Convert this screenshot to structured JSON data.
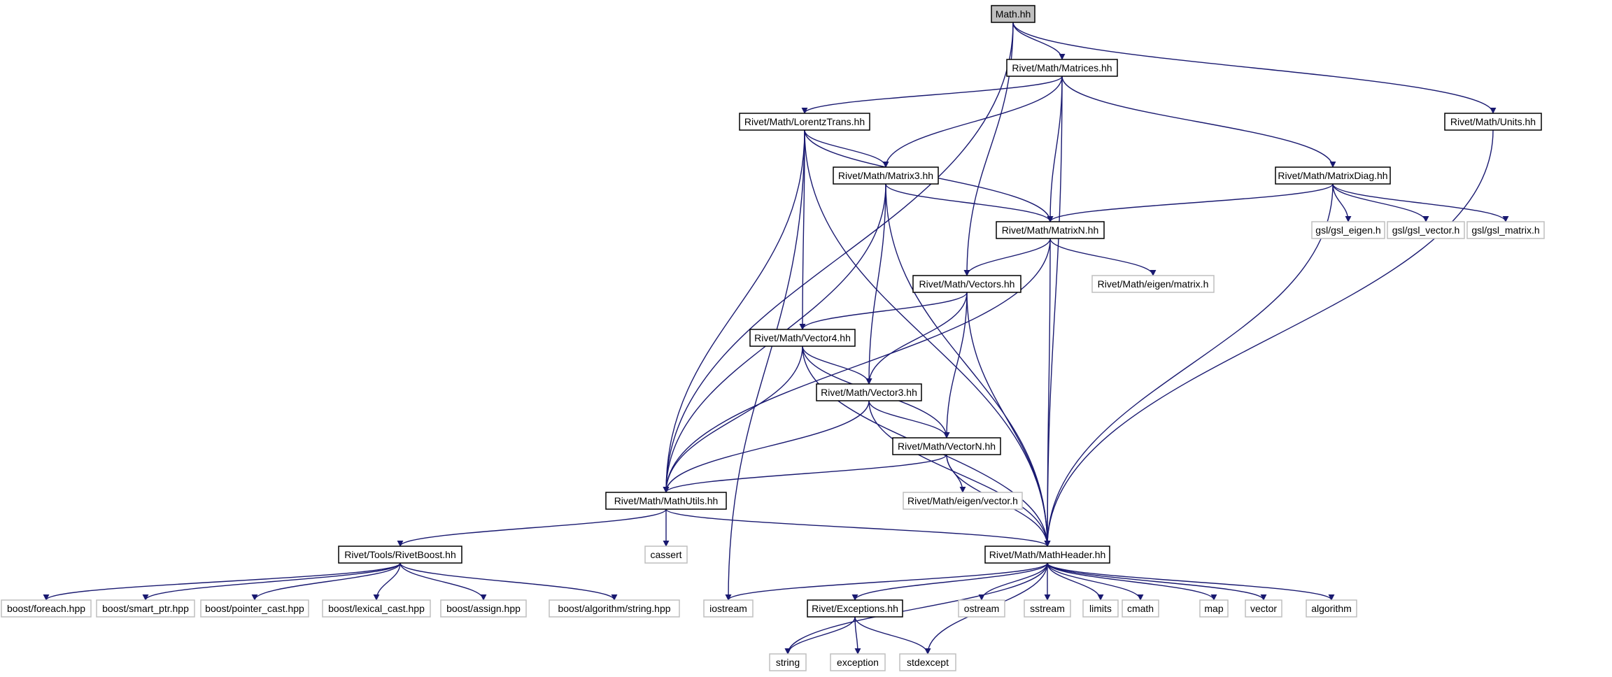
{
  "graph": {
    "colors": {
      "edge_internal": "#191970",
      "edge_external": "#404040",
      "border_internal": "#000000",
      "border_external": "#bfbfbf",
      "root_fill": "#bfbfbf",
      "node_fill": "#ffffff"
    },
    "nodes": [
      {
        "id": "math",
        "label": "Math.hh",
        "kind": "root"
      },
      {
        "id": "matrices",
        "label": "Rivet/Math/Matrices.hh",
        "kind": "internal"
      },
      {
        "id": "units",
        "label": "Rivet/Math/Units.hh",
        "kind": "internal"
      },
      {
        "id": "lorentz",
        "label": "Rivet/Math/LorentzTrans.hh",
        "kind": "internal"
      },
      {
        "id": "matrix3",
        "label": "Rivet/Math/Matrix3.hh",
        "kind": "internal"
      },
      {
        "id": "matrixdiag",
        "label": "Rivet/Math/MatrixDiag.hh",
        "kind": "internal"
      },
      {
        "id": "matrixn",
        "label": "Rivet/Math/MatrixN.hh",
        "kind": "internal"
      },
      {
        "id": "gsl_eigen",
        "label": "gsl/gsl_eigen.h",
        "kind": "external"
      },
      {
        "id": "gsl_vector",
        "label": "gsl/gsl_vector.h",
        "kind": "external"
      },
      {
        "id": "gsl_matrix",
        "label": "gsl/gsl_matrix.h",
        "kind": "external"
      },
      {
        "id": "vectors",
        "label": "Rivet/Math/Vectors.hh",
        "kind": "internal"
      },
      {
        "id": "eigen_matrix",
        "label": "Rivet/Math/eigen/matrix.h",
        "kind": "external"
      },
      {
        "id": "vector4",
        "label": "Rivet/Math/Vector4.hh",
        "kind": "internal"
      },
      {
        "id": "vector3",
        "label": "Rivet/Math/Vector3.hh",
        "kind": "internal"
      },
      {
        "id": "vectorn",
        "label": "Rivet/Math/VectorN.hh",
        "kind": "internal"
      },
      {
        "id": "mathutils",
        "label": "Rivet/Math/MathUtils.hh",
        "kind": "internal"
      },
      {
        "id": "eigen_vector",
        "label": "Rivet/Math/eigen/vector.h",
        "kind": "external"
      },
      {
        "id": "rivetboost",
        "label": "Rivet/Tools/RivetBoost.hh",
        "kind": "internal"
      },
      {
        "id": "cassert",
        "label": "cassert",
        "kind": "external"
      },
      {
        "id": "mathheader",
        "label": "Rivet/Math/MathHeader.hh",
        "kind": "internal"
      },
      {
        "id": "b_foreach",
        "label": "boost/foreach.hpp",
        "kind": "external"
      },
      {
        "id": "b_smartptr",
        "label": "boost/smart_ptr.hpp",
        "kind": "external"
      },
      {
        "id": "b_pointercast",
        "label": "boost/pointer_cast.hpp",
        "kind": "external"
      },
      {
        "id": "b_lexicalcast",
        "label": "boost/lexical_cast.hpp",
        "kind": "external"
      },
      {
        "id": "b_assign",
        "label": "boost/assign.hpp",
        "kind": "external"
      },
      {
        "id": "b_algstring",
        "label": "boost/algorithm/string.hpp",
        "kind": "external"
      },
      {
        "id": "iostream",
        "label": "iostream",
        "kind": "external"
      },
      {
        "id": "exceptions",
        "label": "Rivet/Exceptions.hh",
        "kind": "internal"
      },
      {
        "id": "ostream",
        "label": "ostream",
        "kind": "external"
      },
      {
        "id": "sstream",
        "label": "sstream",
        "kind": "external"
      },
      {
        "id": "limits",
        "label": "limits",
        "kind": "external"
      },
      {
        "id": "cmath",
        "label": "cmath",
        "kind": "external"
      },
      {
        "id": "map",
        "label": "map",
        "kind": "external"
      },
      {
        "id": "vector",
        "label": "vector",
        "kind": "external"
      },
      {
        "id": "algorithm",
        "label": "algorithm",
        "kind": "external"
      },
      {
        "id": "string",
        "label": "string",
        "kind": "external"
      },
      {
        "id": "exception",
        "label": "exception",
        "kind": "external"
      },
      {
        "id": "stdexcept",
        "label": "stdexcept",
        "kind": "external"
      }
    ],
    "edges": [
      [
        "math",
        "matrices"
      ],
      [
        "math",
        "units"
      ],
      [
        "math",
        "vectors"
      ],
      [
        "math",
        "mathutils"
      ],
      [
        "matrices",
        "lorentz"
      ],
      [
        "matrices",
        "matrix3"
      ],
      [
        "matrices",
        "matrixdiag"
      ],
      [
        "matrices",
        "matrixn"
      ],
      [
        "matrices",
        "mathheader"
      ],
      [
        "units",
        "mathheader"
      ],
      [
        "lorentz",
        "matrix3"
      ],
      [
        "lorentz",
        "matrixn"
      ],
      [
        "lorentz",
        "vector4"
      ],
      [
        "lorentz",
        "mathutils"
      ],
      [
        "lorentz",
        "mathheader"
      ],
      [
        "lorentz",
        "iostream"
      ],
      [
        "matrix3",
        "matrixn"
      ],
      [
        "matrix3",
        "vector3"
      ],
      [
        "matrix3",
        "mathutils"
      ],
      [
        "matrix3",
        "mathheader"
      ],
      [
        "matrixdiag",
        "matrixn"
      ],
      [
        "matrixdiag",
        "gsl_eigen"
      ],
      [
        "matrixdiag",
        "gsl_vector"
      ],
      [
        "matrixdiag",
        "gsl_matrix"
      ],
      [
        "matrixdiag",
        "mathheader"
      ],
      [
        "matrixn",
        "vectors"
      ],
      [
        "matrixn",
        "eigen_matrix"
      ],
      [
        "matrixn",
        "mathutils"
      ],
      [
        "matrixn",
        "mathheader"
      ],
      [
        "vectors",
        "vector4"
      ],
      [
        "vectors",
        "vector3"
      ],
      [
        "vectors",
        "vectorn"
      ],
      [
        "vectors",
        "mathheader"
      ],
      [
        "vector4",
        "vector3"
      ],
      [
        "vector4",
        "vectorn"
      ],
      [
        "vector4",
        "mathutils"
      ],
      [
        "vector4",
        "mathheader"
      ],
      [
        "vector3",
        "vectorn"
      ],
      [
        "vector3",
        "mathutils"
      ],
      [
        "vector3",
        "mathheader"
      ],
      [
        "vectorn",
        "mathutils"
      ],
      [
        "vectorn",
        "eigen_vector"
      ],
      [
        "vectorn",
        "mathheader"
      ],
      [
        "mathutils",
        "rivetboost"
      ],
      [
        "mathutils",
        "cassert"
      ],
      [
        "mathutils",
        "mathheader"
      ],
      [
        "rivetboost",
        "b_foreach"
      ],
      [
        "rivetboost",
        "b_smartptr"
      ],
      [
        "rivetboost",
        "b_pointercast"
      ],
      [
        "rivetboost",
        "b_lexicalcast"
      ],
      [
        "rivetboost",
        "b_assign"
      ],
      [
        "rivetboost",
        "b_algstring"
      ],
      [
        "mathheader",
        "iostream"
      ],
      [
        "mathheader",
        "exceptions"
      ],
      [
        "mathheader",
        "ostream"
      ],
      [
        "mathheader",
        "sstream"
      ],
      [
        "mathheader",
        "limits"
      ],
      [
        "mathheader",
        "cmath"
      ],
      [
        "mathheader",
        "map"
      ],
      [
        "mathheader",
        "vector"
      ],
      [
        "mathheader",
        "algorithm"
      ],
      [
        "mathheader",
        "string"
      ],
      [
        "mathheader",
        "stdexcept"
      ],
      [
        "exceptions",
        "string"
      ],
      [
        "exceptions",
        "exception"
      ],
      [
        "exceptions",
        "stdexcept"
      ]
    ]
  }
}
